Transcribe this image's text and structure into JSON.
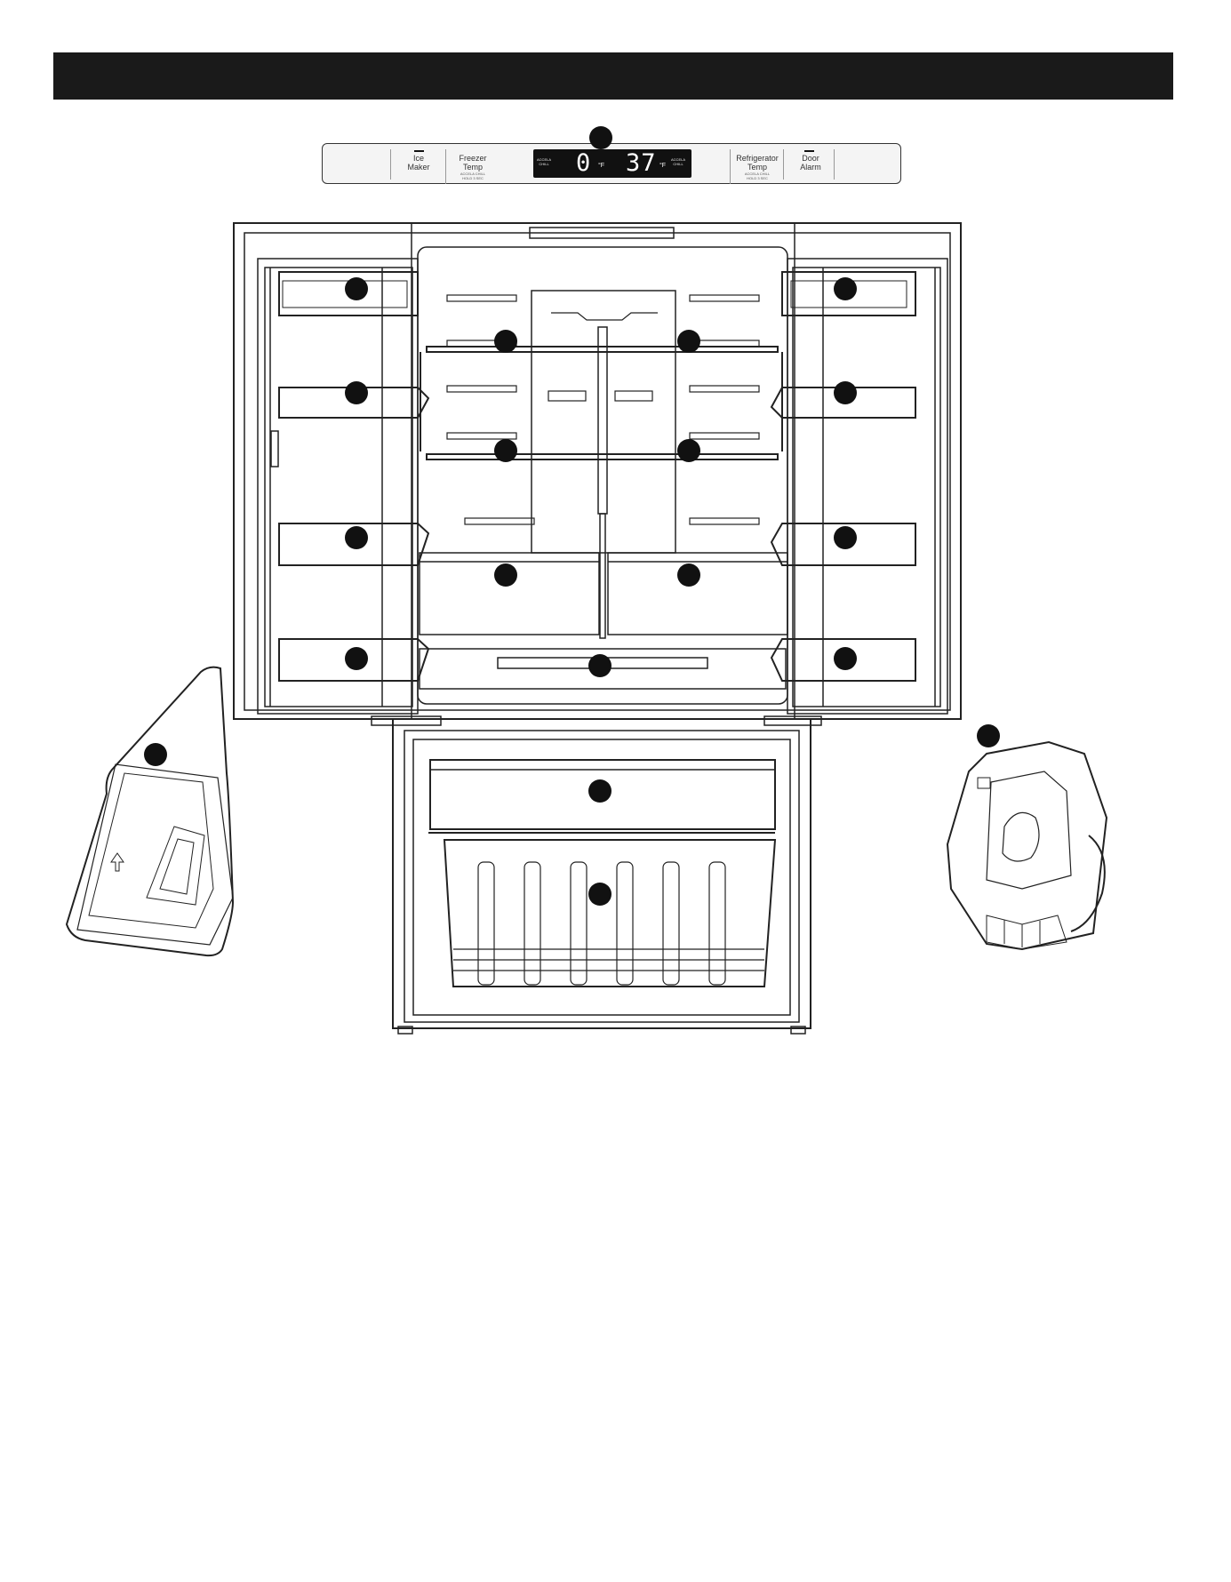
{
  "control_panel": {
    "ice_maker_label": "Ice\nMaker",
    "freezer_temp_label": "Freezer\nTemp",
    "freezer_sub": "ACCELA CHILL\nHOLD 3 SEC",
    "left_tag": "ACCELA\nCHILL",
    "freezer_value": "0",
    "freezer_unit": "°F",
    "fridge_value": "37",
    "fridge_unit": "°F",
    "right_tag": "ACCELA\nCHILL",
    "refrigerator_temp_label": "Refrigerator\nTemp",
    "refrigerator_sub": "ACCELA CHILL\nHOLD 3 SEC",
    "door_alarm_label": "Door\nAlarm"
  },
  "colors": {
    "header": "#1a1a1a",
    "line": "#222222",
    "callout": "#111111"
  }
}
